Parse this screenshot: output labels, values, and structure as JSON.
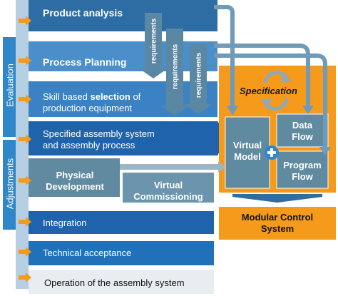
{
  "side": {
    "evaluation": "Evaluation",
    "adjustments": "Adjustments"
  },
  "steps": {
    "product_analysis": "Product analysis",
    "process_planning": "Process Planning",
    "skill_line1_pre": "Skill based ",
    "skill_line1_bold": "selection",
    "skill_line1_post": " of",
    "skill_line2": "production equipment",
    "specified_line1": "Specified assembly system",
    "specified_line2": "and assembly process",
    "physical_line1": "Physical",
    "physical_line2": "Development",
    "virtual_comm_line1": "Virtual",
    "virtual_comm_line2": "Commissioning",
    "integration": "Integration",
    "technical_acceptance": "Technical acceptance",
    "operation": "Operation of the assembly system"
  },
  "requirements": [
    "requirements",
    "requirements",
    "requirements"
  ],
  "right_panel": {
    "specification": "Specification",
    "virtual_model_line1": "Virtual",
    "virtual_model_line2": "Model",
    "data_flow_line1": "Data",
    "data_flow_line2": "Flow",
    "program_flow_line1": "Program",
    "program_flow_line2": "Flow",
    "modular_line1": "Modular Control",
    "modular_line2": "System"
  },
  "colors": {
    "dark_blue": "#1f5f9e",
    "mid_blue": "#2e7bbf",
    "light_blue": "#5b9bd5",
    "teal": "#5f8fa6",
    "grey_teal": "#6f96ad",
    "orange": "#f59a1b",
    "white": "#ffffff"
  }
}
